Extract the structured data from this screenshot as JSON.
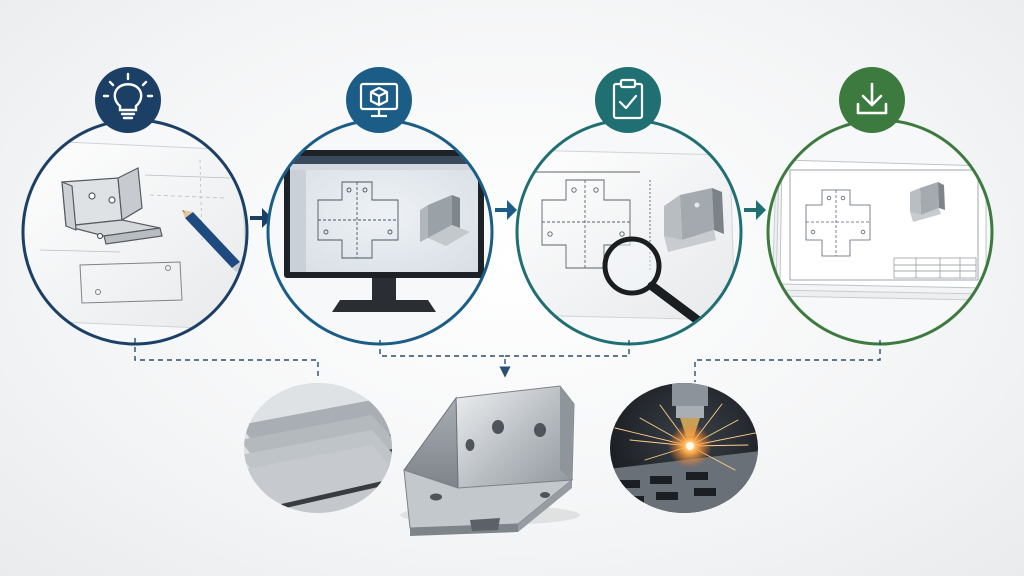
{
  "diagram": {
    "steps": [
      {
        "icon": "lightbulb-icon",
        "scene": "sketch-on-paper",
        "color": "#1c3f66"
      },
      {
        "icon": "monitor-cube-icon",
        "scene": "cad-on-monitor",
        "color": "#1b5d87"
      },
      {
        "icon": "clipboard-check-icon",
        "scene": "drawing-review-with-magnifier",
        "color": "#1f6f73"
      },
      {
        "icon": "download-icon",
        "scene": "finished-drawing-set",
        "color": "#3d7a3f"
      }
    ],
    "outputs": [
      "metal-sheet-stack",
      "sheet-metal-bracket",
      "laser-cutting"
    ],
    "colors": {
      "connector": "#2a4d70",
      "background": "#f2f3f4"
    }
  }
}
